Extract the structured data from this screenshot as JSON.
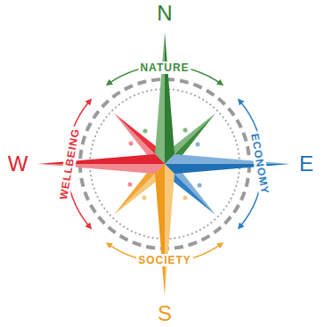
{
  "diagram": {
    "labels": [
      "N",
      "NATURE",
      "W",
      "WELLBEING",
      "ECONOMY",
      "E",
      "SOCIETY",
      "S"
    ]
  }
}
